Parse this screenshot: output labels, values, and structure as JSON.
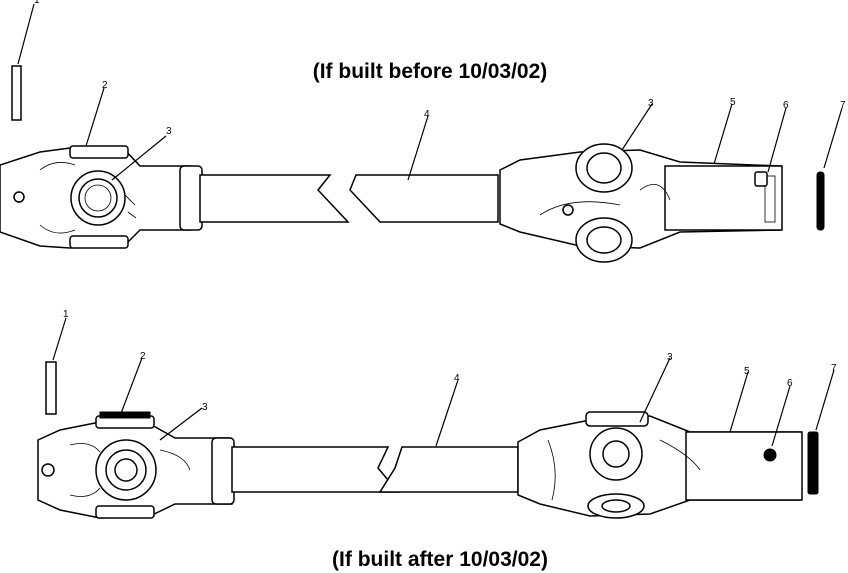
{
  "diagram": {
    "title_top": "(If built before 10/03/02)",
    "title_bottom": "(If built after 10/03/02)",
    "callouts_top": [
      "1",
      "2",
      "3",
      "4",
      "3",
      "5",
      "6",
      "7"
    ],
    "callouts_bottom": [
      "1",
      "2",
      "3",
      "4",
      "3",
      "5",
      "6",
      "7"
    ]
  }
}
